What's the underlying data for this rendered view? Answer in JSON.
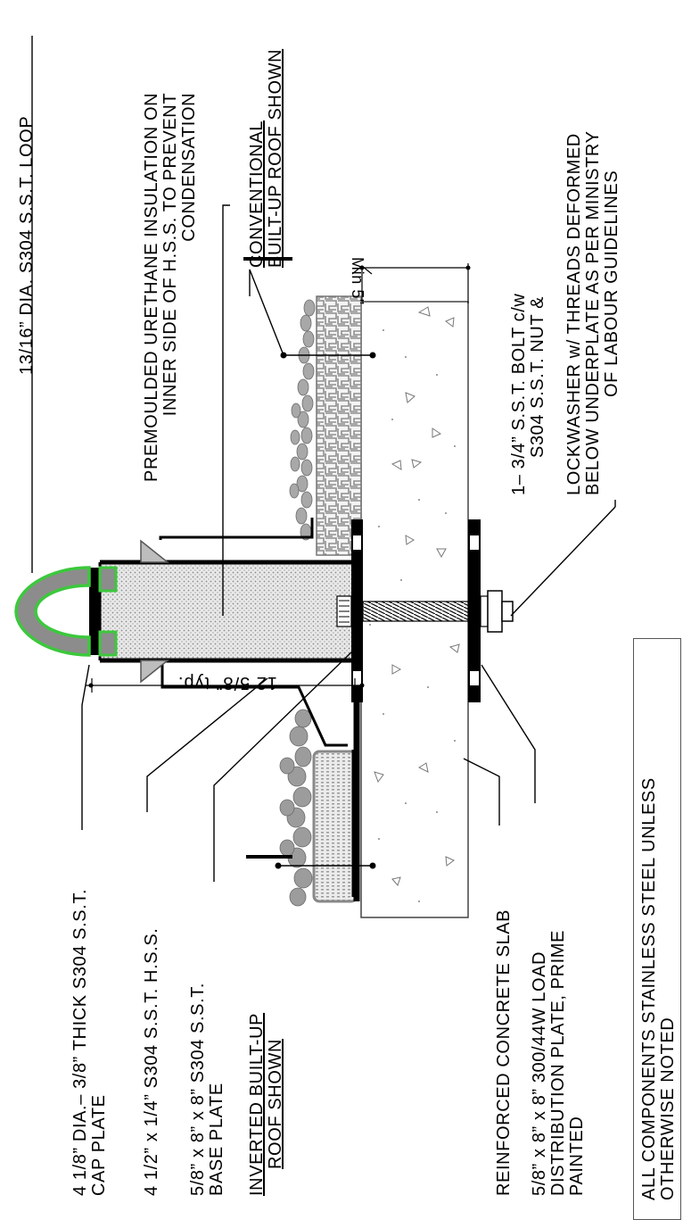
{
  "labels": {
    "loop": "13/16” DIA. S304 S.S.T. LOOP",
    "insulation_1": "PREMOULDED URETHANE INSULATION ON",
    "insulation_2": "INNER SIDE OF H.S.S. TO PREVENT",
    "insulation_3": "CONDENSATION",
    "conventional_1": "CONVENTIONAL",
    "conventional_2": "BUILT-UP ROOF SHOWN",
    "min_dim": "Min 5”",
    "bolt_1": "1– 3/4” S.S.T. BOLT c/w",
    "bolt_2": "S304 S.S.T. NUT &",
    "bolt_3": "LOCKWASHER w/ THREADS DEFORMED",
    "bolt_4": "BELOW UNDERPLATE AS PER MINISTRY",
    "bolt_5": "OF LABOUR GUIDELINES",
    "cap_1": "4 1/8” DIA.– 3/8” THICK S304 S.S.T.",
    "cap_2": "CAP PLATE",
    "hss": "4 1/2” x 1/4” S304 S.S.T. H.S.S.",
    "base_1": "5/8” x 8” x 8” S304 S.S.T.",
    "base_2": "BASE PLATE",
    "inverted_1": "INVERTED BUILT-UP",
    "inverted_2": "ROOF SHOWN",
    "slab": "REINFORCED CONCRETE SLAB",
    "dist_1": "5/8” x 8” x 8” 300/44W LOAD",
    "dist_2": "DISTRIBUTION PLATE, PRIME",
    "dist_3": "PAINTED",
    "height_dim": "12 5/8” typ.",
    "note_1": "ALL COMPONENTS STAINLESS STEEL UNLESS",
    "note_2": "OTHERWISE NOTED"
  },
  "colors": {
    "loop_outline": "#3cc83c",
    "loop_fill": "#8c8c8c",
    "insulation": "#cfcfcf",
    "concrete_outline": "#4d4d4d"
  }
}
